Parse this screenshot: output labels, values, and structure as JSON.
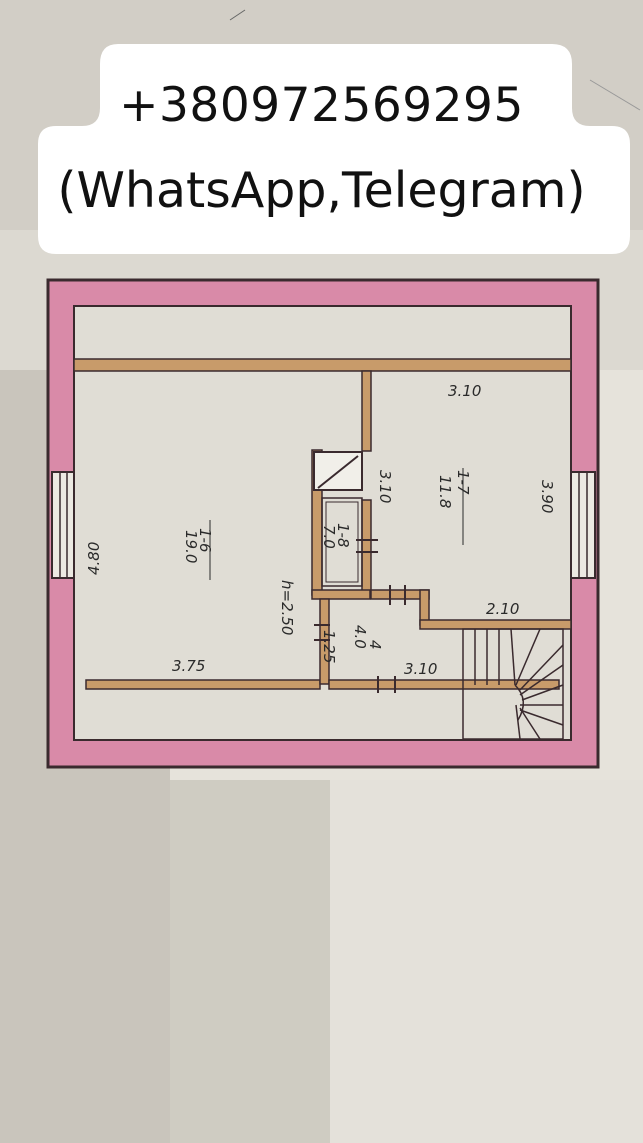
{
  "caption": {
    "phone": "+380972569295",
    "messengers": "(WhatsApp,Telegram)"
  },
  "plan_labels": {
    "width_top_right": "3.10",
    "height_right_room": "3.90",
    "room_right_number": "1-7",
    "room_right_area": "11.8",
    "room_left_number": "1-6",
    "room_left_area": "19.0",
    "left_height": "4.80",
    "closet_depth": "3.10",
    "closet_number": "1-8",
    "closet_area": "7.0",
    "ceiling_height": "h=2.50",
    "hall_side": "1.25",
    "hall_number": "4",
    "hall_area": "4.0",
    "stair_width": "2.10",
    "bottom_left_width": "3.75",
    "bottom_right_width": "3.10"
  },
  "colors": {
    "wall_pink": "#d98aa8",
    "wall_outline": "#3a2a2e",
    "partition": "#b68a5c",
    "paper": "#e7e4dc",
    "shadow": "#bdb8ae",
    "caption_bg": "#ffffff"
  }
}
